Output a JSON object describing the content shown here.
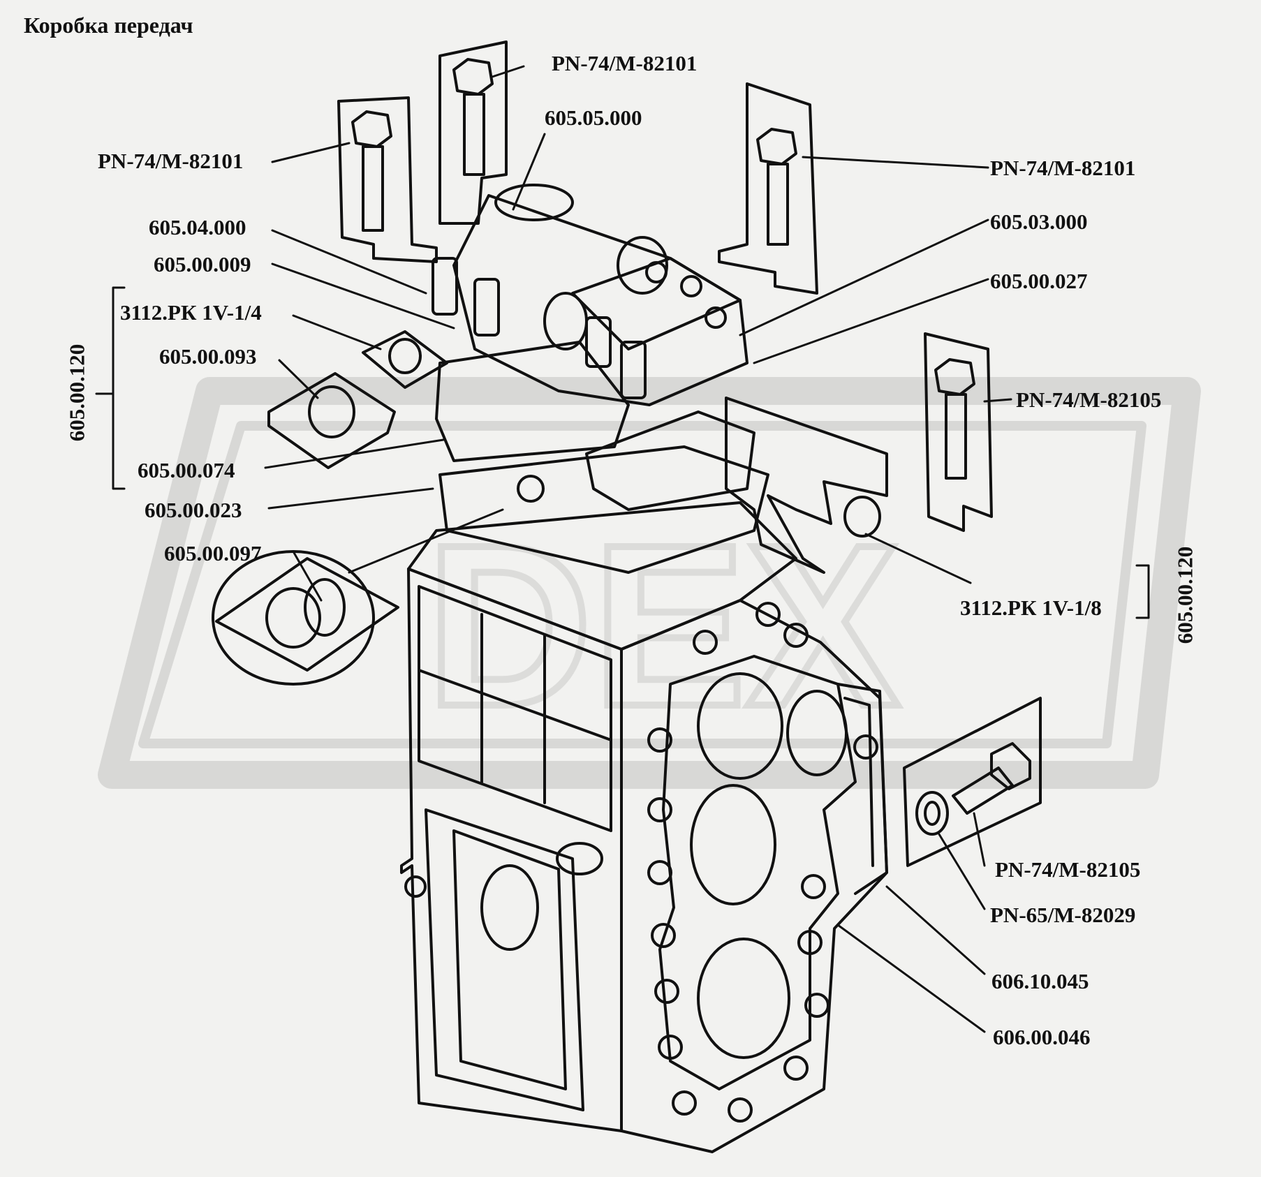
{
  "title": "Коробка передач",
  "labels": {
    "bolt_top_center": "PN-74/M-82101",
    "bolt_left": "PN-74/M-82101",
    "bolt_right": "PN-74/M-82101",
    "p_605_05_000": "605.05.000",
    "p_605_04_000": "605.04.000",
    "p_605_03_000": "605.03.000",
    "p_605_00_009": "605.00.009",
    "p_605_00_027": "605.00.027",
    "plug_1_4": "3112.РК 1V-1/4",
    "p_605_00_093": "605.00.093",
    "bolt_mid_right": "PN-74/M-82105",
    "p_605_00_074": "605.00.074",
    "p_605_00_023": "605.00.023",
    "p_605_00_097": "605.00.097",
    "plug_1_8": "3112.РК 1V-1/8",
    "bolt_bottom_right": "PN-74/M-82105",
    "washer": "PN-65/M-82029",
    "p_606_10_045": "606.10.045",
    "p_606_00_046": "606.00.046",
    "group_left": "605.00.120",
    "group_right": "605.00.120"
  },
  "colors": {
    "background": "#f2f2f0",
    "ink": "#111111",
    "watermark": "#d6d6d4"
  }
}
